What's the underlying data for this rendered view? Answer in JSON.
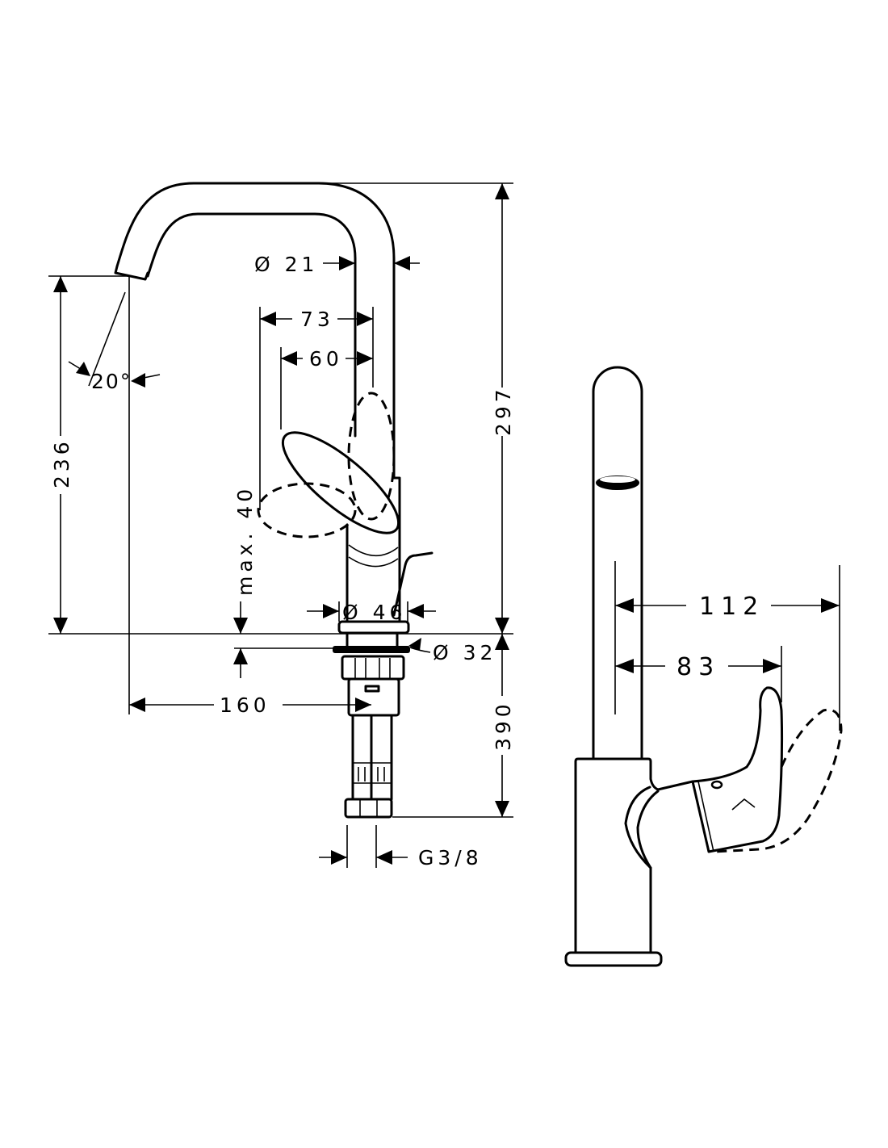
{
  "drawing": {
    "line_color": "#000000",
    "background": "#ffffff"
  },
  "front_view": {
    "dim_pipe_diameter": "Ø 21",
    "dim_73": "73",
    "dim_60": "60",
    "dim_angle": "20°",
    "dim_spout_height": "236",
    "dim_total_height": "297",
    "dim_max_40": "max. 40",
    "dim_base_diameter": "Ø 46",
    "dim_shank_diameter": "Ø 32",
    "dim_reach": "160",
    "dim_hose_length": "390",
    "dim_connection": "G3/8"
  },
  "side_view": {
    "dim_112": "112",
    "dim_83": "83"
  }
}
